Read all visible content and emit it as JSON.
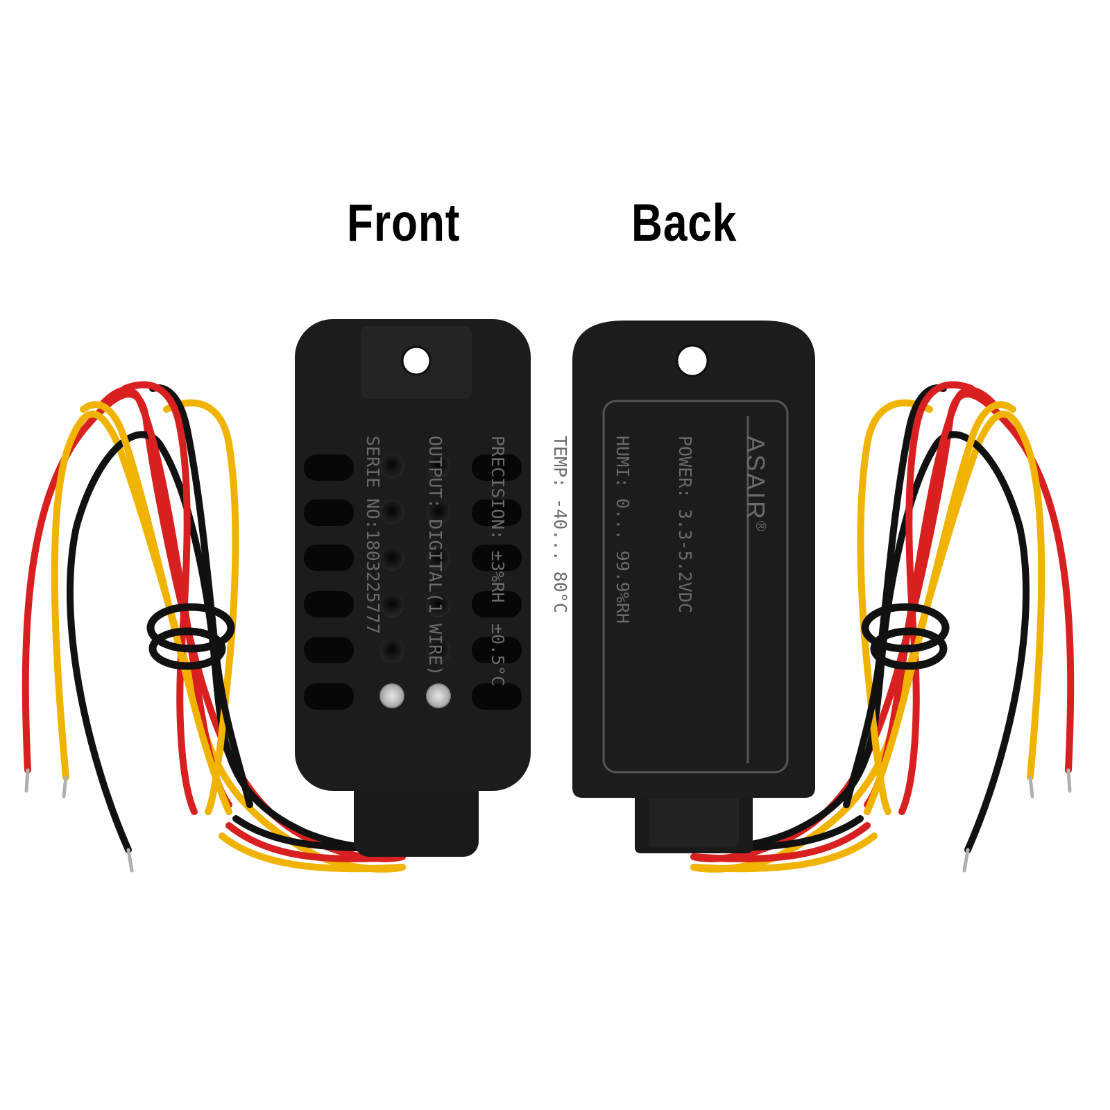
{
  "headings": {
    "front": "Front",
    "back": "Back"
  },
  "label": {
    "brand": "ASAIR",
    "registered": "®",
    "lines": [
      "POWER: 3.3-5.2VDC",
      "HUMI: 0... 99.9%RH",
      "TEMP: -40... 80°C",
      "PRECISION: ±3%RH  ±0.5°C",
      "OUTPUT: DIGITAL(1 WIRE)",
      "SERIE NO:1803225777"
    ]
  },
  "colors": {
    "background": "#ffffff",
    "housing": "#1c1c1c",
    "wire_red": "#d92020",
    "wire_yellow": "#f0b400",
    "wire_black": "#111111",
    "label_text": "#6a6a6a"
  }
}
